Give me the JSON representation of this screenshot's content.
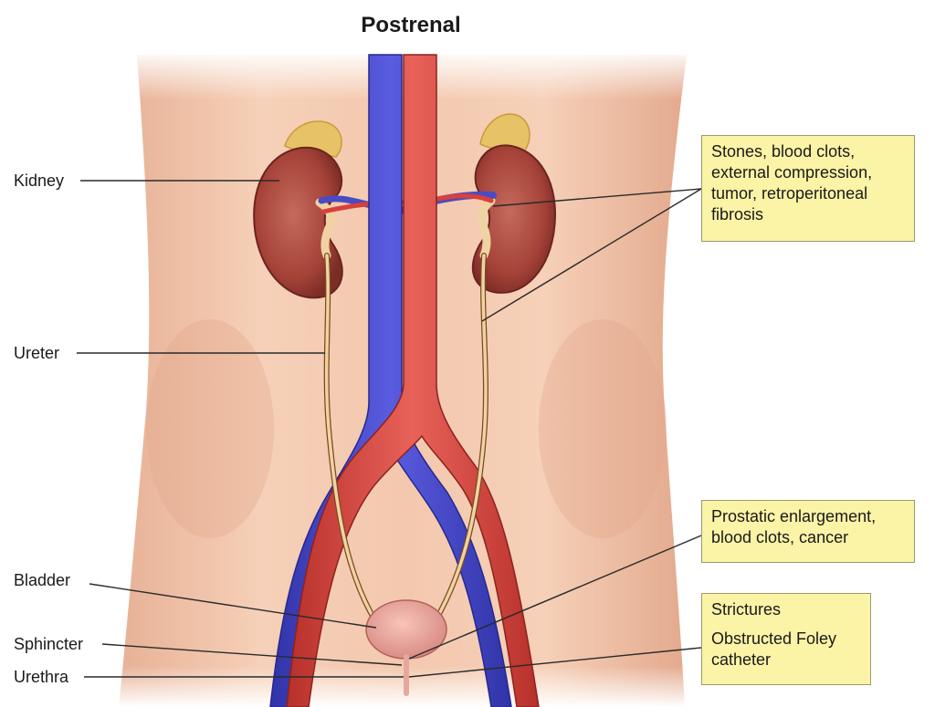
{
  "title": "Postrenal",
  "labels": {
    "kidney": "Kidney",
    "ureter": "Ureter",
    "bladder": "Bladder",
    "sphincter": "Sphincter",
    "urethra": "Urethra"
  },
  "callouts": {
    "upper": "Stones, blood clots,\nexternal compression,\ntumor, retroperitoneal\nfibrosis",
    "middle": "Prostatic enlargement,\nblood clots, cancer",
    "lower_1": "Strictures",
    "lower_2": "Obstructed Foley\ncatheter"
  },
  "colors": {
    "callout_fill": "#fbf3a6",
    "vein": "#4a4bc4",
    "artery": "#d8413a",
    "kidney": "#a9443c",
    "skin": "#f0c2a6"
  }
}
